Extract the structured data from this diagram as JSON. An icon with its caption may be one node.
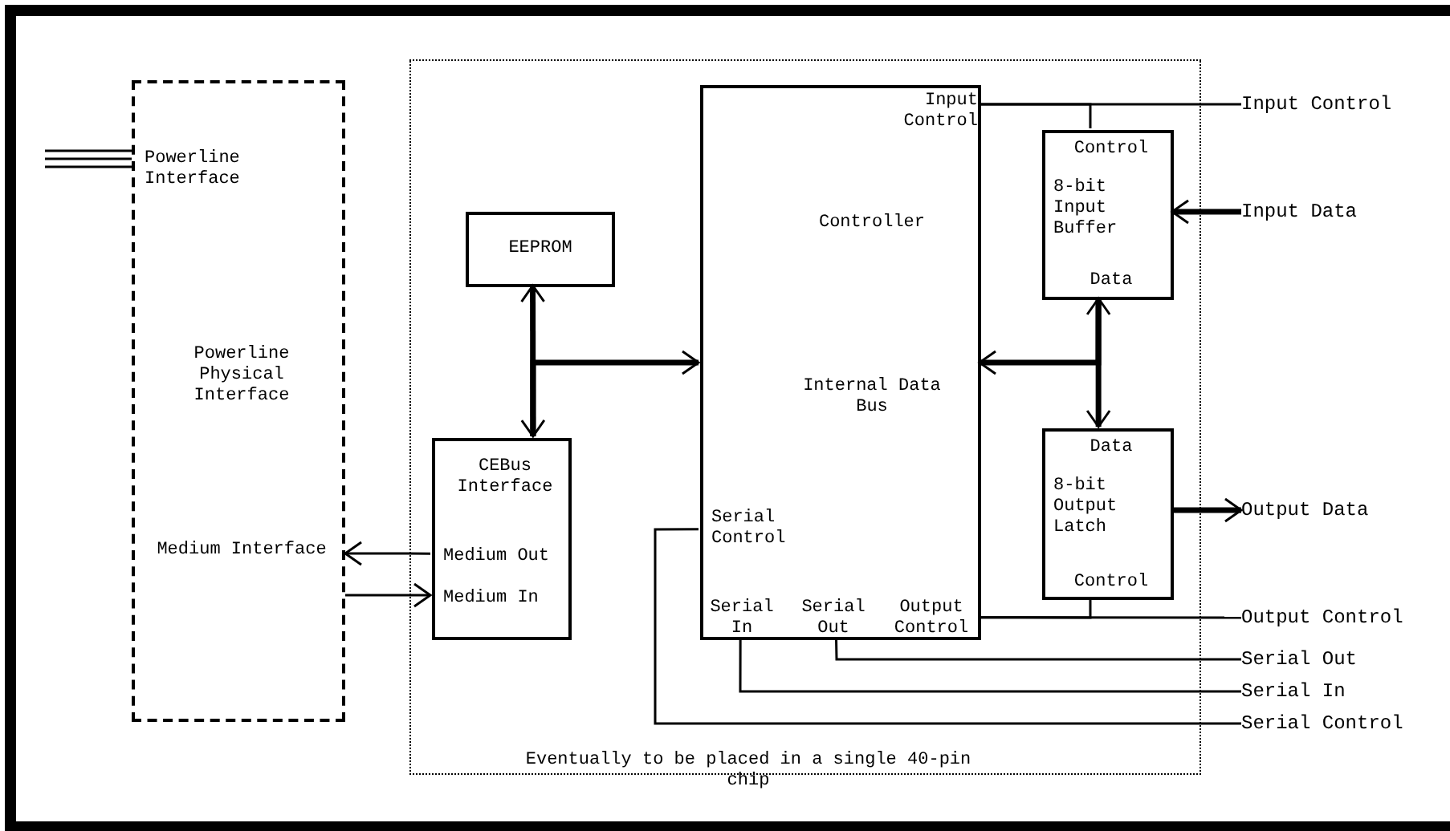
{
  "diagram": {
    "nodes": [
      {
        "text": [
          "Eventually to be placed in a single 40-pin chip"
        ]
      },
      {
        "text": [
          "Powerline Interface",
          "Powerline Physical Interface",
          "Medium Interface"
        ]
      },
      {
        "text": [
          "EEPROM"
        ],
        "in": 0
      },
      {
        "text": [
          "CEBus Interface",
          "Medium Out",
          "Medium In"
        ],
        "in": 0
      },
      {
        "text": [
          "Input Control",
          "Controller",
          "Internal Data Bus",
          "Serial Control",
          "Serial In",
          "Serial Out",
          "Output Control"
        ],
        "in": 0
      },
      {
        "text": [
          "Control",
          "8-bit Input Buffer",
          "Data"
        ],
        "in": 0
      },
      {
        "text": [
          "Data",
          "8-bit Output Latch",
          "Control"
        ],
        "in": 0
      },
      {
        "text": [
          "Input Control"
        ]
      },
      {
        "text": [
          "Input Data"
        ]
      },
      {
        "text": [
          "Output Data"
        ]
      },
      {
        "text": [
          "Output Control"
        ]
      },
      {
        "text": [
          "Serial Out"
        ]
      },
      {
        "text": [
          "Serial In"
        ]
      },
      {
        "text": [
          "Serial Control"
        ]
      }
    ],
    "edges": [
      {
        "from": null,
        "to": 1,
        "arrow": "none"
      },
      {
        "from": 3,
        "to": 1,
        "arrow": "to"
      },
      {
        "from": 1,
        "to": 3,
        "arrow": "to"
      },
      {
        "from": 2,
        "to": 3,
        "arrow": "both",
        "style": "thick"
      },
      {
        "from": 3,
        "to": 4,
        "arrow": "to",
        "style": "thick"
      },
      {
        "from": 5,
        "to": 6,
        "arrow": "both",
        "style": "thick"
      },
      {
        "from": 5,
        "to": 4,
        "arrow": "to",
        "style": "thick"
      },
      {
        "from": 4,
        "to": 7,
        "arrow": "none"
      },
      {
        "from": 4,
        "to": 5,
        "arrow": "none"
      },
      {
        "from": 8,
        "to": 5,
        "arrow": "to",
        "style": "thick"
      },
      {
        "from": 6,
        "to": 9,
        "arrow": "to",
        "style": "thick"
      },
      {
        "from": 4,
        "to": 10,
        "arrow": "none"
      },
      {
        "from": 4,
        "to": 6,
        "arrow": "none"
      },
      {
        "from": 4,
        "to": 11,
        "arrow": "none"
      },
      {
        "from": 4,
        "to": 12,
        "arrow": "none"
      },
      {
        "from": 4,
        "to": 13,
        "arrow": "none"
      }
    ]
  }
}
